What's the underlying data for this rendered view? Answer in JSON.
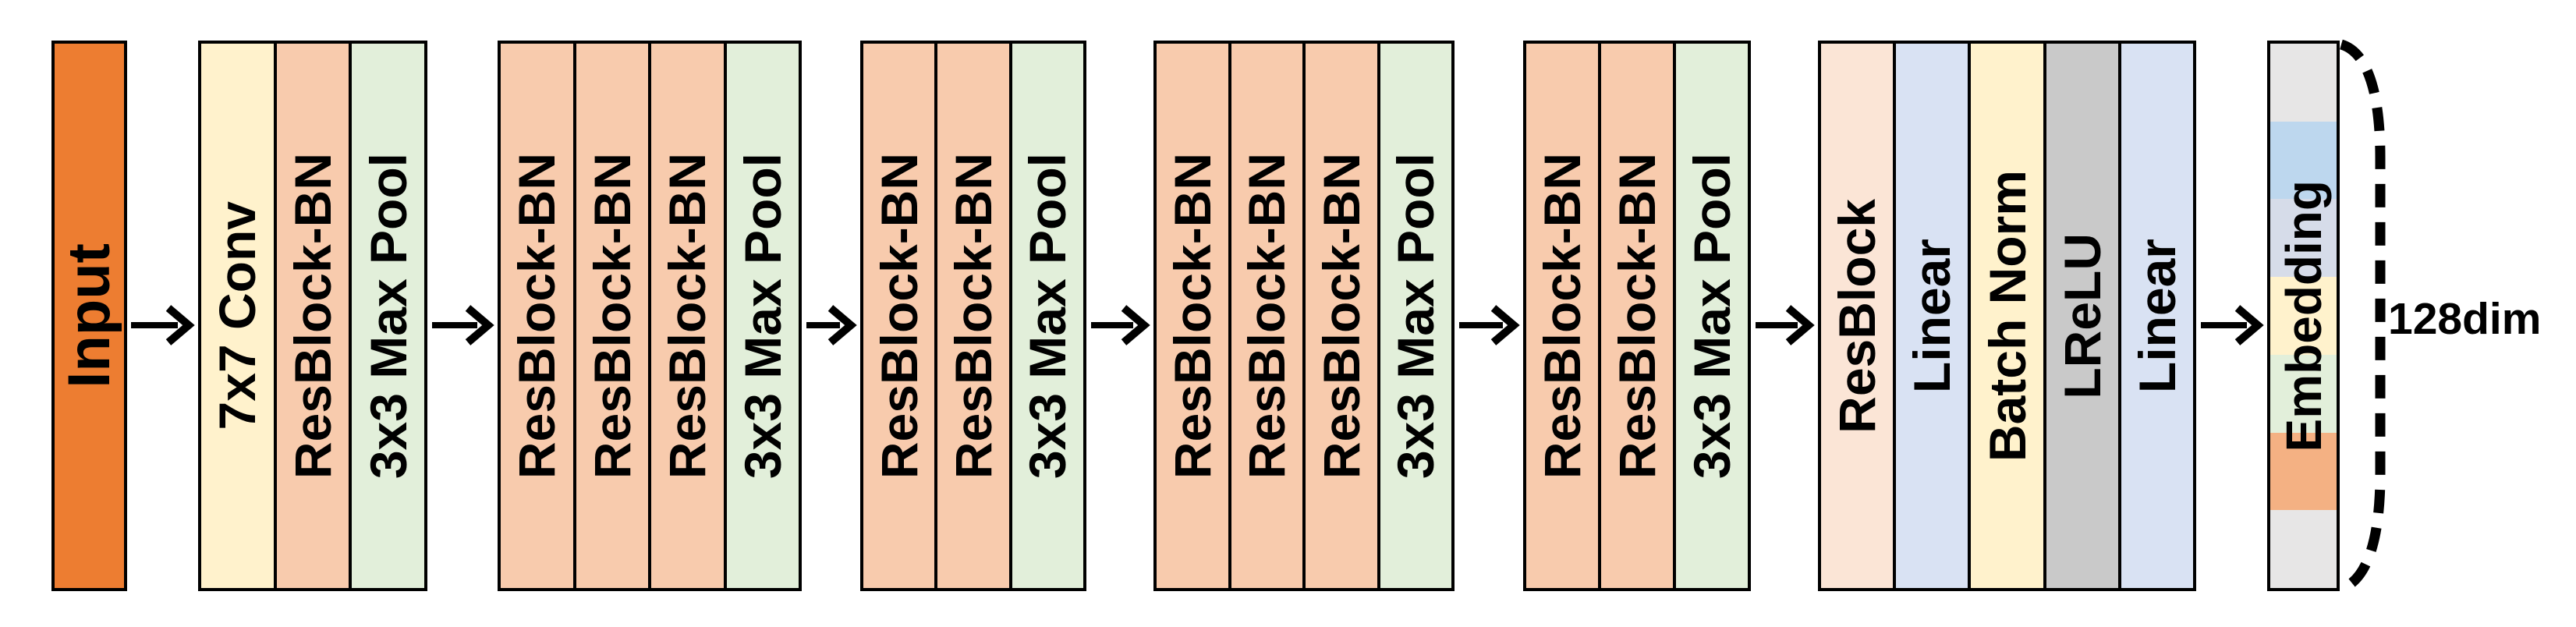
{
  "figure": {
    "background": "#FFFFFF",
    "outline_color": "#000000",
    "text_color": "#000000",
    "input": {
      "label": "Input",
      "fill": "#ED7D31"
    },
    "stages": [
      {
        "name": "stage-1",
        "columns": [
          {
            "label": "7x7 Conv",
            "fill": "#FFF2CC"
          },
          {
            "label": "ResBlock-BN",
            "fill": "#F8CBAD"
          },
          {
            "label": "3x3 Max Pool",
            "fill": "#E2EFDA"
          }
        ]
      },
      {
        "name": "stage-2",
        "columns": [
          {
            "label": "ResBlock-BN",
            "fill": "#F8CBAD"
          },
          {
            "label": "ResBlock-BN",
            "fill": "#F8CBAD"
          },
          {
            "label": "ResBlock-BN",
            "fill": "#F8CBAD"
          },
          {
            "label": "3x3 Max Pool",
            "fill": "#E2EFDA"
          }
        ]
      },
      {
        "name": "stage-3",
        "columns": [
          {
            "label": "ResBlock-BN",
            "fill": "#F8CBAD"
          },
          {
            "label": "ResBlock-BN",
            "fill": "#F8CBAD"
          },
          {
            "label": "3x3 Max Pool",
            "fill": "#E2EFDA"
          }
        ]
      },
      {
        "name": "stage-4",
        "columns": [
          {
            "label": "ResBlock-BN",
            "fill": "#F8CBAD"
          },
          {
            "label": "ResBlock-BN",
            "fill": "#F8CBAD"
          },
          {
            "label": "ResBlock-BN",
            "fill": "#F8CBAD"
          },
          {
            "label": "3x3 Max Pool",
            "fill": "#E2EFDA"
          }
        ]
      },
      {
        "name": "stage-5",
        "columns": [
          {
            "label": "ResBlock-BN",
            "fill": "#F8CBAD"
          },
          {
            "label": "ResBlock-BN",
            "fill": "#F8CBAD"
          },
          {
            "label": "3x3 Max Pool",
            "fill": "#E2EFDA"
          }
        ]
      },
      {
        "name": "head",
        "columns": [
          {
            "label": "ResBlock",
            "fill": "#FBE5D6"
          },
          {
            "label": "Linear",
            "fill": "#D9E2F3"
          },
          {
            "label": "Batch Norm",
            "fill": "#FFF2CC"
          },
          {
            "label": "LReLU",
            "fill": "#C9C9C9"
          },
          {
            "label": "Linear",
            "fill": "#D9E2F3"
          }
        ]
      }
    ],
    "embedding": {
      "label": "Embedding",
      "segment_colors": [
        "#E7E6E6",
        "#BDD7EE",
        "#D6DCE9",
        "#FFF2CC",
        "#E2EFDA",
        "#F4B183",
        "#E7E6E6"
      ],
      "dimension_label": "128dim"
    }
  }
}
